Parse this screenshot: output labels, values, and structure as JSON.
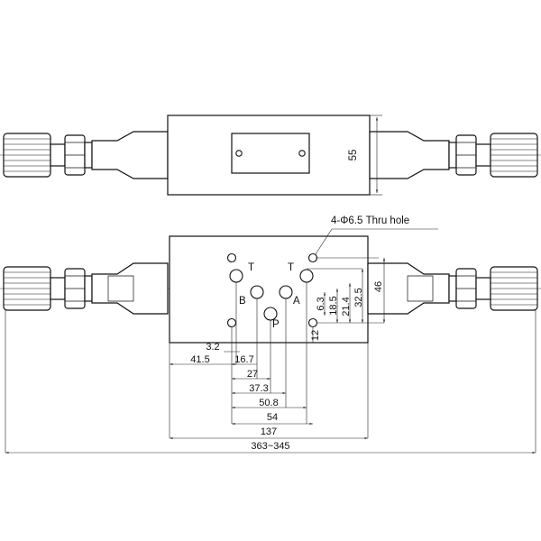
{
  "upper_view": {
    "height_label": "55"
  },
  "lower_view": {
    "callout_label": "4-Φ6.5  Thru hole",
    "port_labels": {
      "t_left": "T",
      "t_right": "T",
      "b": "B",
      "a": "A",
      "p": "P"
    },
    "vertical_dims": [
      "6.3",
      "18.5",
      "21.4",
      "32.5",
      "46",
      "12"
    ],
    "horizontal_dims": [
      "3.2",
      "41.5",
      "16.7",
      "27",
      "37.3",
      "50.8",
      "54",
      "137",
      "363~345"
    ]
  }
}
